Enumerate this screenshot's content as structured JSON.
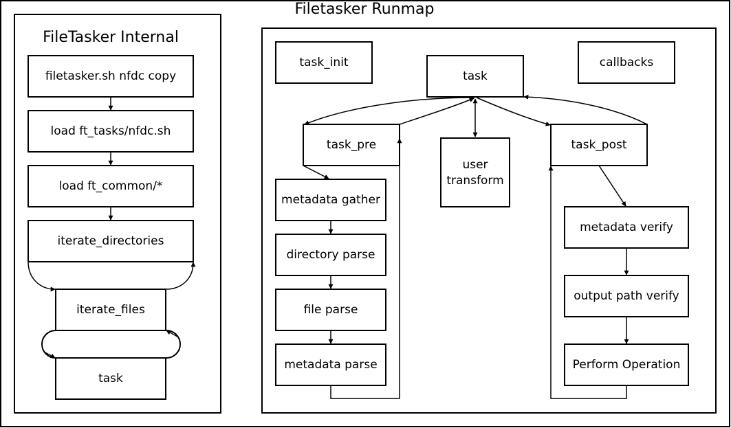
{
  "diagram": {
    "title": "Filetasker Runmap",
    "internal": {
      "title": "FileTasker Internal",
      "steps": [
        "filetasker.sh nfdc copy",
        "load ft_tasks/nfdc.sh",
        "load ft_common/*",
        "iterate_directories",
        "iterate_files",
        "task"
      ]
    },
    "runmap": {
      "task_init": "task_init",
      "task": "task",
      "callbacks": "callbacks",
      "task_pre": "task_pre",
      "user_transform": [
        "user",
        "transform"
      ],
      "task_post": "task_post",
      "pre_steps": [
        "metadata gather",
        "directory parse",
        "file parse",
        "metadata parse"
      ],
      "post_steps": [
        "metadata verify",
        "output path verify",
        "Perform Operation"
      ]
    }
  }
}
